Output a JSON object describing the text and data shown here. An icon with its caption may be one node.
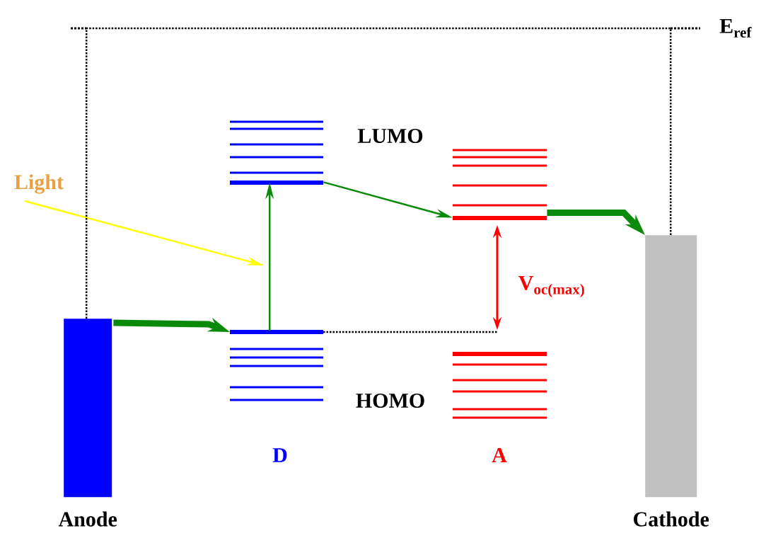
{
  "diagram": {
    "nodes": [
      {
        "text": [
          "Anode"
        ]
      },
      {
        "text": [],
        "shape": "bar"
      },
      {
        "text": [],
        "shape": "bar"
      },
      {
        "text": [],
        "shape": "bar"
      },
      {
        "text": [],
        "shape": "bar"
      },
      {
        "text": [
          "Cathode"
        ]
      },
      {
        "text": [
          "Light"
        ]
      }
    ],
    "edges": [
      {
        "from": 0,
        "to": 2,
        "arrow": "to",
        "style": "thick"
      },
      {
        "from": 2,
        "to": 1,
        "arrow": "to"
      },
      {
        "from": 1,
        "to": 3,
        "arrow": "to"
      },
      {
        "from": 3,
        "to": 5,
        "arrow": "to",
        "style": "thick"
      },
      {
        "from": 6,
        "to": null,
        "arrow": "to",
        "color": "#ffff00"
      },
      {
        "from": 0,
        "to": 5,
        "arrow": "none",
        "style": "dashed",
        "color": "#000000"
      }
    ],
    "labels": [
      "E$_{ref}$",
      "LUMO",
      "HOMO",
      "D",
      "A",
      "V$_{oc(max)}$"
    ]
  }
}
